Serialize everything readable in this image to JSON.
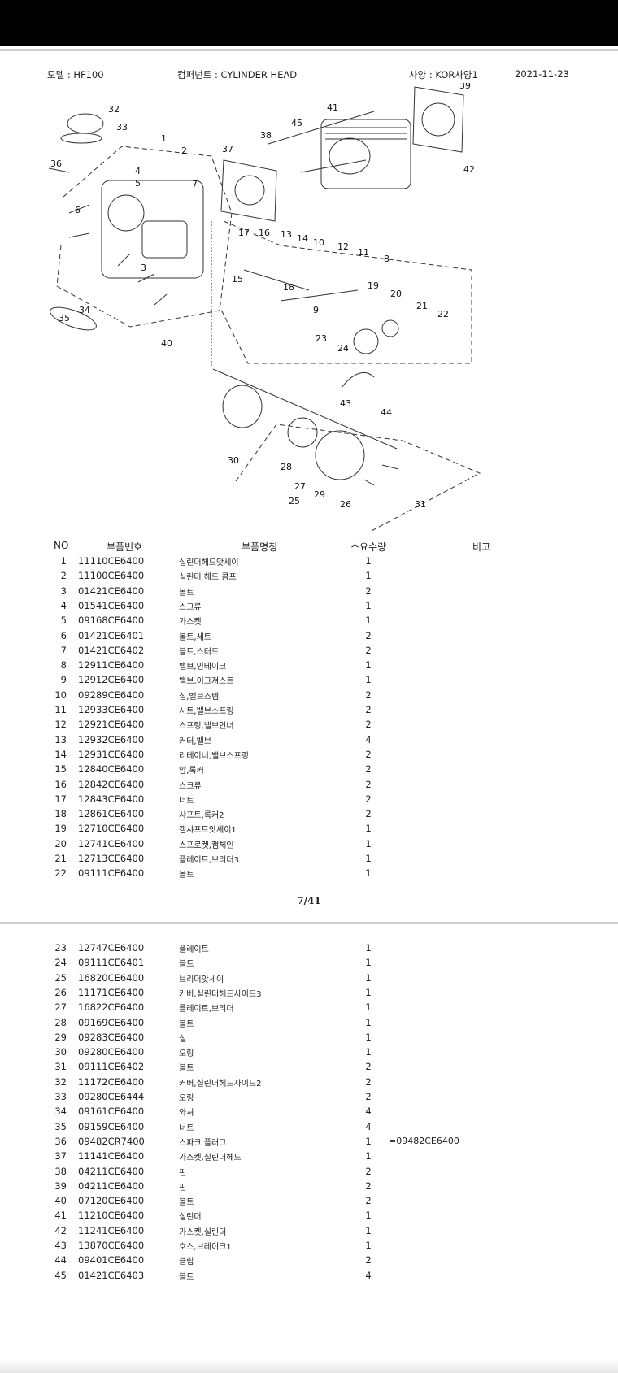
{
  "header": {
    "model": "모델 :  HF100",
    "component": "컴퍼넌트 :  CYLINDER HEAD",
    "spec": "사양 :  KOR사양1",
    "date": "2021-11-23"
  },
  "columns": {
    "no": "NO",
    "part_no": "부품번호",
    "part_name": "부품명칭",
    "qty": "소요수량",
    "note": "비고"
  },
  "diagram_callouts": [
    "1",
    "2",
    "3",
    "4",
    "5",
    "6",
    "7",
    "8",
    "9",
    "10",
    "11",
    "12",
    "13",
    "14",
    "15",
    "16",
    "17",
    "18",
    "19",
    "20",
    "21",
    "22",
    "23",
    "24",
    "25",
    "26",
    "27",
    "28",
    "29",
    "30",
    "31",
    "32",
    "33",
    "34",
    "35",
    "36",
    "37",
    "38",
    "39",
    "40",
    "41",
    "42",
    "43",
    "44",
    "45"
  ],
  "page_number": "7/41",
  "parts_page1": [
    {
      "no": "1",
      "part_no": "11110CE6400",
      "name": "실린더헤드앗세이",
      "qty": "1",
      "note": ""
    },
    {
      "no": "2",
      "part_no": "11100CE6400",
      "name": "실린더  헤드  콤프",
      "qty": "1",
      "note": ""
    },
    {
      "no": "3",
      "part_no": "01421CE6400",
      "name": "볼트",
      "qty": "2",
      "note": ""
    },
    {
      "no": "4",
      "part_no": "01541CE6400",
      "name": "스크류",
      "qty": "1",
      "note": ""
    },
    {
      "no": "5",
      "part_no": "09168CE6400",
      "name": "가스켓",
      "qty": "1",
      "note": ""
    },
    {
      "no": "6",
      "part_no": "01421CE6401",
      "name": "볼트,세트",
      "qty": "2",
      "note": ""
    },
    {
      "no": "7",
      "part_no": "01421CE6402",
      "name": "볼트,스터드",
      "qty": "2",
      "note": ""
    },
    {
      "no": "8",
      "part_no": "12911CE6400",
      "name": "밸브,인테이크",
      "qty": "1",
      "note": ""
    },
    {
      "no": "9",
      "part_no": "12912CE6400",
      "name": "밸브,이그져스트",
      "qty": "1",
      "note": ""
    },
    {
      "no": "10",
      "part_no": "09289CE6400",
      "name": "실,밸브스템",
      "qty": "2",
      "note": ""
    },
    {
      "no": "11",
      "part_no": "12933CE6400",
      "name": "시트,밸브스프링",
      "qty": "2",
      "note": ""
    },
    {
      "no": "12",
      "part_no": "12921CE6400",
      "name": "스프링,밸브인너",
      "qty": "2",
      "note": ""
    },
    {
      "no": "13",
      "part_no": "12932CE6400",
      "name": "커터,밸브",
      "qty": "4",
      "note": ""
    },
    {
      "no": "14",
      "part_no": "12931CE6400",
      "name": "리테이너,밸브스프링",
      "qty": "2",
      "note": ""
    },
    {
      "no": "15",
      "part_no": "12840CE6400",
      "name": "암,록커",
      "qty": "2",
      "note": ""
    },
    {
      "no": "16",
      "part_no": "12842CE6400",
      "name": "스크류",
      "qty": "2",
      "note": ""
    },
    {
      "no": "17",
      "part_no": "12843CE6400",
      "name": "너트",
      "qty": "2",
      "note": ""
    },
    {
      "no": "18",
      "part_no": "12861CE6400",
      "name": "샤프트,록커2",
      "qty": "2",
      "note": ""
    },
    {
      "no": "19",
      "part_no": "12710CE6400",
      "name": "캠샤프트앗세이1",
      "qty": "1",
      "note": ""
    },
    {
      "no": "20",
      "part_no": "12741CE6400",
      "name": "스프로켓,캠체인",
      "qty": "1",
      "note": ""
    },
    {
      "no": "21",
      "part_no": "12713CE6400",
      "name": "플레이트,브리더3",
      "qty": "1",
      "note": ""
    },
    {
      "no": "22",
      "part_no": "09111CE6400",
      "name": "볼트",
      "qty": "1",
      "note": ""
    }
  ],
  "parts_page2": [
    {
      "no": "23",
      "part_no": "12747CE6400",
      "name": "플레이트",
      "qty": "1",
      "note": ""
    },
    {
      "no": "24",
      "part_no": "09111CE6401",
      "name": "볼트",
      "qty": "1",
      "note": ""
    },
    {
      "no": "25",
      "part_no": "16820CE6400",
      "name": "브리더앗세이",
      "qty": "1",
      "note": ""
    },
    {
      "no": "26",
      "part_no": "11171CE6400",
      "name": "커버,실린더헤드사이드3",
      "qty": "1",
      "note": ""
    },
    {
      "no": "27",
      "part_no": "16822CE6400",
      "name": "플레이트,브리더",
      "qty": "1",
      "note": ""
    },
    {
      "no": "28",
      "part_no": "09169CE6400",
      "name": "볼트",
      "qty": "1",
      "note": ""
    },
    {
      "no": "29",
      "part_no": "09283CE6400",
      "name": "실",
      "qty": "1",
      "note": ""
    },
    {
      "no": "30",
      "part_no": "09280CE6400",
      "name": "오링",
      "qty": "1",
      "note": ""
    },
    {
      "no": "31",
      "part_no": "09111CE6402",
      "name": "볼트",
      "qty": "2",
      "note": ""
    },
    {
      "no": "32",
      "part_no": "11172CE6400",
      "name": "커버,실린더헤드사이드2",
      "qty": "2",
      "note": ""
    },
    {
      "no": "33",
      "part_no": "09280CE6444",
      "name": "오링",
      "qty": "2",
      "note": ""
    },
    {
      "no": "34",
      "part_no": "09161CE6400",
      "name": "와셔",
      "qty": "4",
      "note": ""
    },
    {
      "no": "35",
      "part_no": "09159CE6400",
      "name": "너트",
      "qty": "4",
      "note": ""
    },
    {
      "no": "36",
      "part_no": "09482CR7400",
      "name": "스파크  플러그",
      "qty": "1",
      "note": "=09482CE6400"
    },
    {
      "no": "37",
      "part_no": "11141CE6400",
      "name": "가스켓,실린더헤드",
      "qty": "1",
      "note": ""
    },
    {
      "no": "38",
      "part_no": "04211CE6400",
      "name": "핀",
      "qty": "2",
      "note": ""
    },
    {
      "no": "39",
      "part_no": "04211CE6400",
      "name": "핀",
      "qty": "2",
      "note": ""
    },
    {
      "no": "40",
      "part_no": "07120CE6400",
      "name": "볼트",
      "qty": "2",
      "note": ""
    },
    {
      "no": "41",
      "part_no": "11210CE6400",
      "name": "실린더",
      "qty": "1",
      "note": ""
    },
    {
      "no": "42",
      "part_no": "11241CE6400",
      "name": "가스켓,실린더",
      "qty": "1",
      "note": ""
    },
    {
      "no": "43",
      "part_no": "13870CE6400",
      "name": "호스,브레이크1",
      "qty": "1",
      "note": ""
    },
    {
      "no": "44",
      "part_no": "09401CE6400",
      "name": "클립",
      "qty": "2",
      "note": ""
    },
    {
      "no": "45",
      "part_no": "01421CE6403",
      "name": "볼트",
      "qty": "4",
      "note": ""
    }
  ]
}
